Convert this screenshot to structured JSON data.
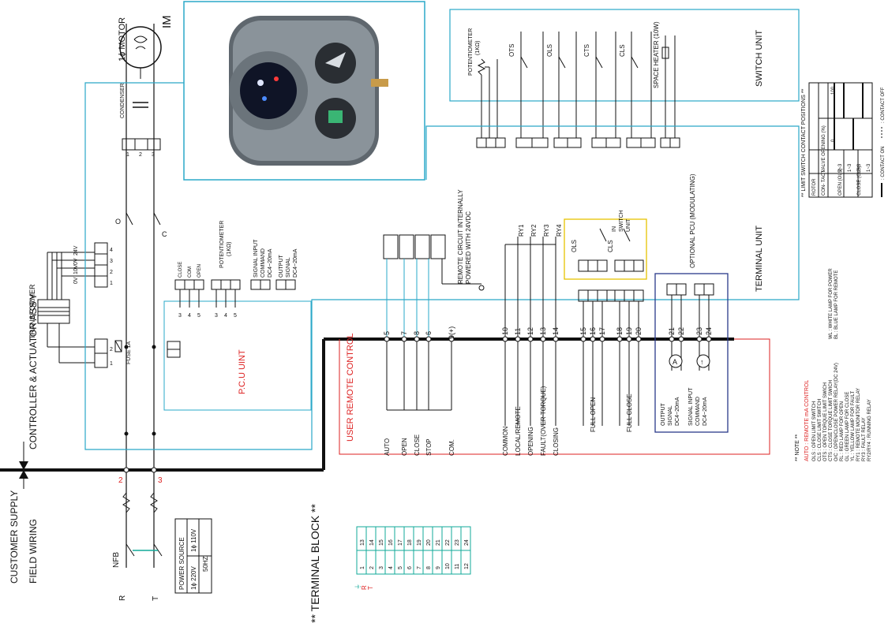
{
  "labels": {
    "customer_supply": "CUSTOMER SUPPLY",
    "field_wiring": "FIELD WIRING",
    "controller_assy": "CONTROLLER & ACTUATOR ASS'Y",
    "transformer": "TRANSFORMER",
    "fuse": "FUSE 1A",
    "motor": "1ϕ MOTOR",
    "motor_symbol": "IM",
    "condenser": "CONDENSER",
    "nfb": "NFB",
    "pcu_unit": "P.C.U UINT",
    "user_remote_control": "USER REMOTE CONTROL",
    "terminal_unit": "TERMINAL UNIT",
    "switch_unit": "SWITCH UNIT",
    "terminal_block_title": "** TERMINAL BLOCK **",
    "remote_circuit": "REMOTE CIRCUIT INTERNALLY",
    "powered_with": "POWERED WITH 24VDC",
    "optional_pcu": "OPTIONAL PCU (MODULATING)",
    "in_switch_unit_1": "IN",
    "in_switch_unit_2": "SWITCH",
    "in_switch_unit_3": "UNIT",
    "potentiometer": "POTENTIOMETER",
    "potentiometer_value": "(1KΩ)",
    "space_heater": "SPACE HEATER (10W)",
    "signal_input_1": "SIGNAL INPUT",
    "signal_input_2": "COMMAND",
    "signal_input_3": "DC4~20mA",
    "output_1": "OUTPUT",
    "output_2": "SIGNAL",
    "output_3": "DC4~20mA"
  },
  "voltages": [
    "24V",
    "0V",
    "10V",
    "0V"
  ],
  "pcu_terminals": {
    "names": [
      "CLOSE",
      "COM",
      "OPEN"
    ],
    "nums_top": [
      "3",
      "4",
      "5"
    ],
    "nums_bot": [
      "3",
      "4",
      "5"
    ]
  },
  "remote_controls": [
    "AUTO",
    "OPEN",
    "CLOSE",
    "STOP",
    "COM."
  ],
  "remote_terminals": [
    "5",
    "7",
    "8",
    "6",
    "9(+)"
  ],
  "status_signals": [
    "COMMON",
    "LOCAL/REMOTE",
    "OPENING",
    "FAULT(OVER TORQUE)",
    "CLOSING"
  ],
  "status_terminals": [
    "10",
    "11",
    "12",
    "13",
    "14"
  ],
  "relays": [
    "RY1",
    "RY2",
    "RY3",
    "RY4"
  ],
  "limit_terminals_open": [
    "15",
    "16",
    "17"
  ],
  "limit_terminals_close": [
    "18",
    "19",
    "20"
  ],
  "full_open": "FULL OPEN",
  "full_close": "FULL CLOSE",
  "optional_terminals": [
    "21",
    "22",
    "23",
    "24"
  ],
  "switch_unit_switches": [
    "OTS",
    "OLS",
    "CTS",
    "CLS"
  ],
  "power_table": {
    "header": "POWER SOURCE",
    "v110": "1ϕ 110V",
    "v220": "1ϕ 220V",
    "freq": "50HZ"
  },
  "supply_lines": [
    "R",
    "T"
  ],
  "supply_numbers": [
    "2",
    "3"
  ],
  "terminal_block": {
    "rows": [
      [
        "1",
        "13"
      ],
      [
        "2",
        "14"
      ],
      [
        "3",
        "15"
      ],
      [
        "4",
        "16"
      ],
      [
        "5",
        "17"
      ],
      [
        "6",
        "18"
      ],
      [
        "7",
        "19"
      ],
      [
        "8",
        "20"
      ],
      [
        "9",
        "21"
      ],
      [
        "10",
        "22"
      ],
      [
        "11",
        "23"
      ],
      [
        "12",
        "24"
      ]
    ],
    "marks": [
      "⏚",
      "R",
      "T"
    ]
  },
  "contact_table": {
    "title": "** LIMIT SWITCH CONTACT POSITIONS **",
    "valve_opening": "VALVE OPENING (%)",
    "h_rotor": "ROTOR",
    "h_contact": "CON- TACT",
    "h_zero": "0",
    "h_hundred": "100",
    "rows": [
      [
        "OPEN (OLS)",
        "2~3"
      ],
      [
        "",
        "1~3"
      ],
      [
        "CLOSE (CLS)",
        "2~3"
      ],
      [
        "",
        "1~3"
      ]
    ],
    "legend_on": ": CONTACT ON",
    "legend_off": ": CONTACT OFF"
  },
  "notes": {
    "title": "** NOTE **",
    "auto_note": "AUTO : REMOTE mA CONTROL",
    "lines": [
      "OLS : OPEN LIMIT SWITCH",
      "CLS : CLOSE LIMIT SWITCH",
      "OTS : OPEN TORQUE LIMIT SWICH",
      "CTS : CLOSE TORQUE LIMIT SWICH",
      "O/C : OPEN/CLOSE POWER RELAY(DC 24V)",
      "RL : RED LAMP FOR OPEN",
      "GL : GREEN LAMP FOR CLOSE",
      "YL : YELLOW LAMP FOR FAULT",
      "RY1 : REMOTE MONITOR RELAY",
      "RY3 : FAULT RELAY",
      "RY2/RY4 : RUNNING RELAY"
    ],
    "lamps": [
      "WL : WHITE LAMP FOR POWER",
      "BL : BLUE LAMP FOR REMOTE"
    ]
  }
}
